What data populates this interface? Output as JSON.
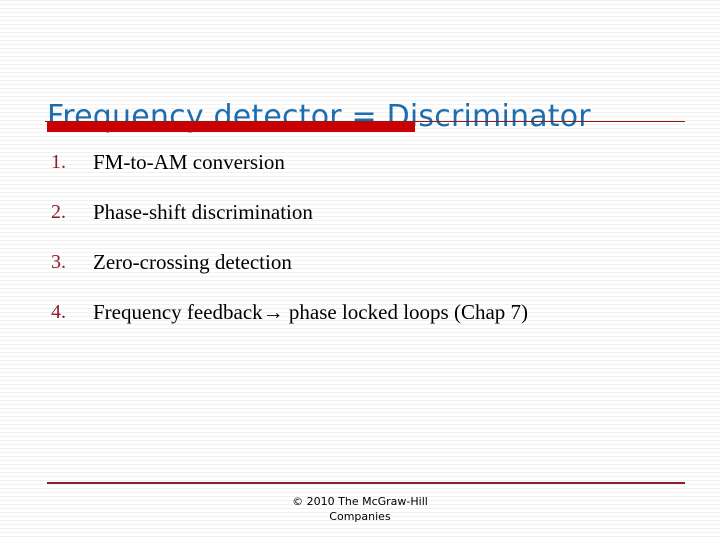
{
  "slide": {
    "title": "Frequency detector = Discriminator",
    "accent_colors": {
      "title_text": "#1F6FB0",
      "title_bar": "#CC0000",
      "title_hairline": "#8C1A1A",
      "list_marker": "#8C2028",
      "footer_rule": "#8C2028",
      "body_text": "#000000",
      "background": "#FFFFFF"
    },
    "list": [
      {
        "marker": "1.",
        "text": "FM-to-AM conversion"
      },
      {
        "marker": "2.",
        "text": "Phase-shift discrimination"
      },
      {
        "marker": "3.",
        "text": "Zero-crossing detection"
      },
      {
        "marker": "4.",
        "text": "Frequency feedback→ phase locked loops (Chap 7)"
      }
    ],
    "footer": {
      "line1": "© 2010 The McGraw-Hill",
      "line2": "Companies"
    }
  }
}
